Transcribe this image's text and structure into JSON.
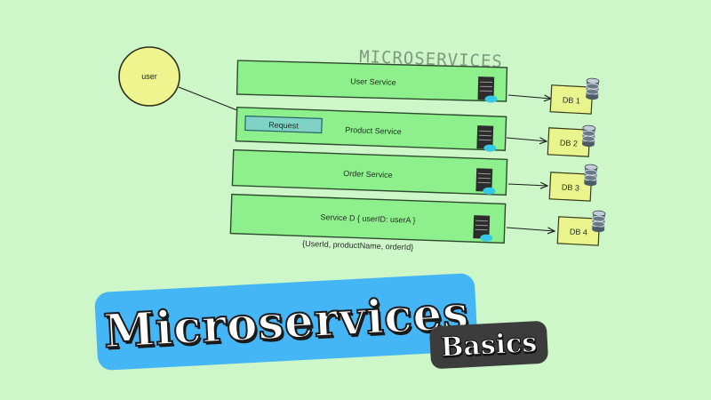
{
  "diagram": {
    "title": "MICROSERVICES",
    "user_label": "user",
    "request_label": "Request",
    "services": [
      {
        "label": "User Service"
      },
      {
        "label": "Product Service"
      },
      {
        "label": "Order Service"
      },
      {
        "label": "Service D { userID: userA }"
      }
    ],
    "databases": [
      {
        "label": "DB 1"
      },
      {
        "label": "DB 2"
      },
      {
        "label": "DB 3"
      },
      {
        "label": "DB 4"
      }
    ],
    "note": "{UserId, productName, orderId}",
    "colors": {
      "background": "#cdf7c8",
      "service_fill": "#8ef08d",
      "db_fill": "#e9f58c",
      "request_fill": "#7fd3c4",
      "user_fill": "#eef58f"
    }
  },
  "banner": {
    "title": "Microservices",
    "subtitle": "Basics",
    "colors": {
      "title_bg": "#45b6f5",
      "subtitle_bg": "#3c3c3c"
    }
  }
}
